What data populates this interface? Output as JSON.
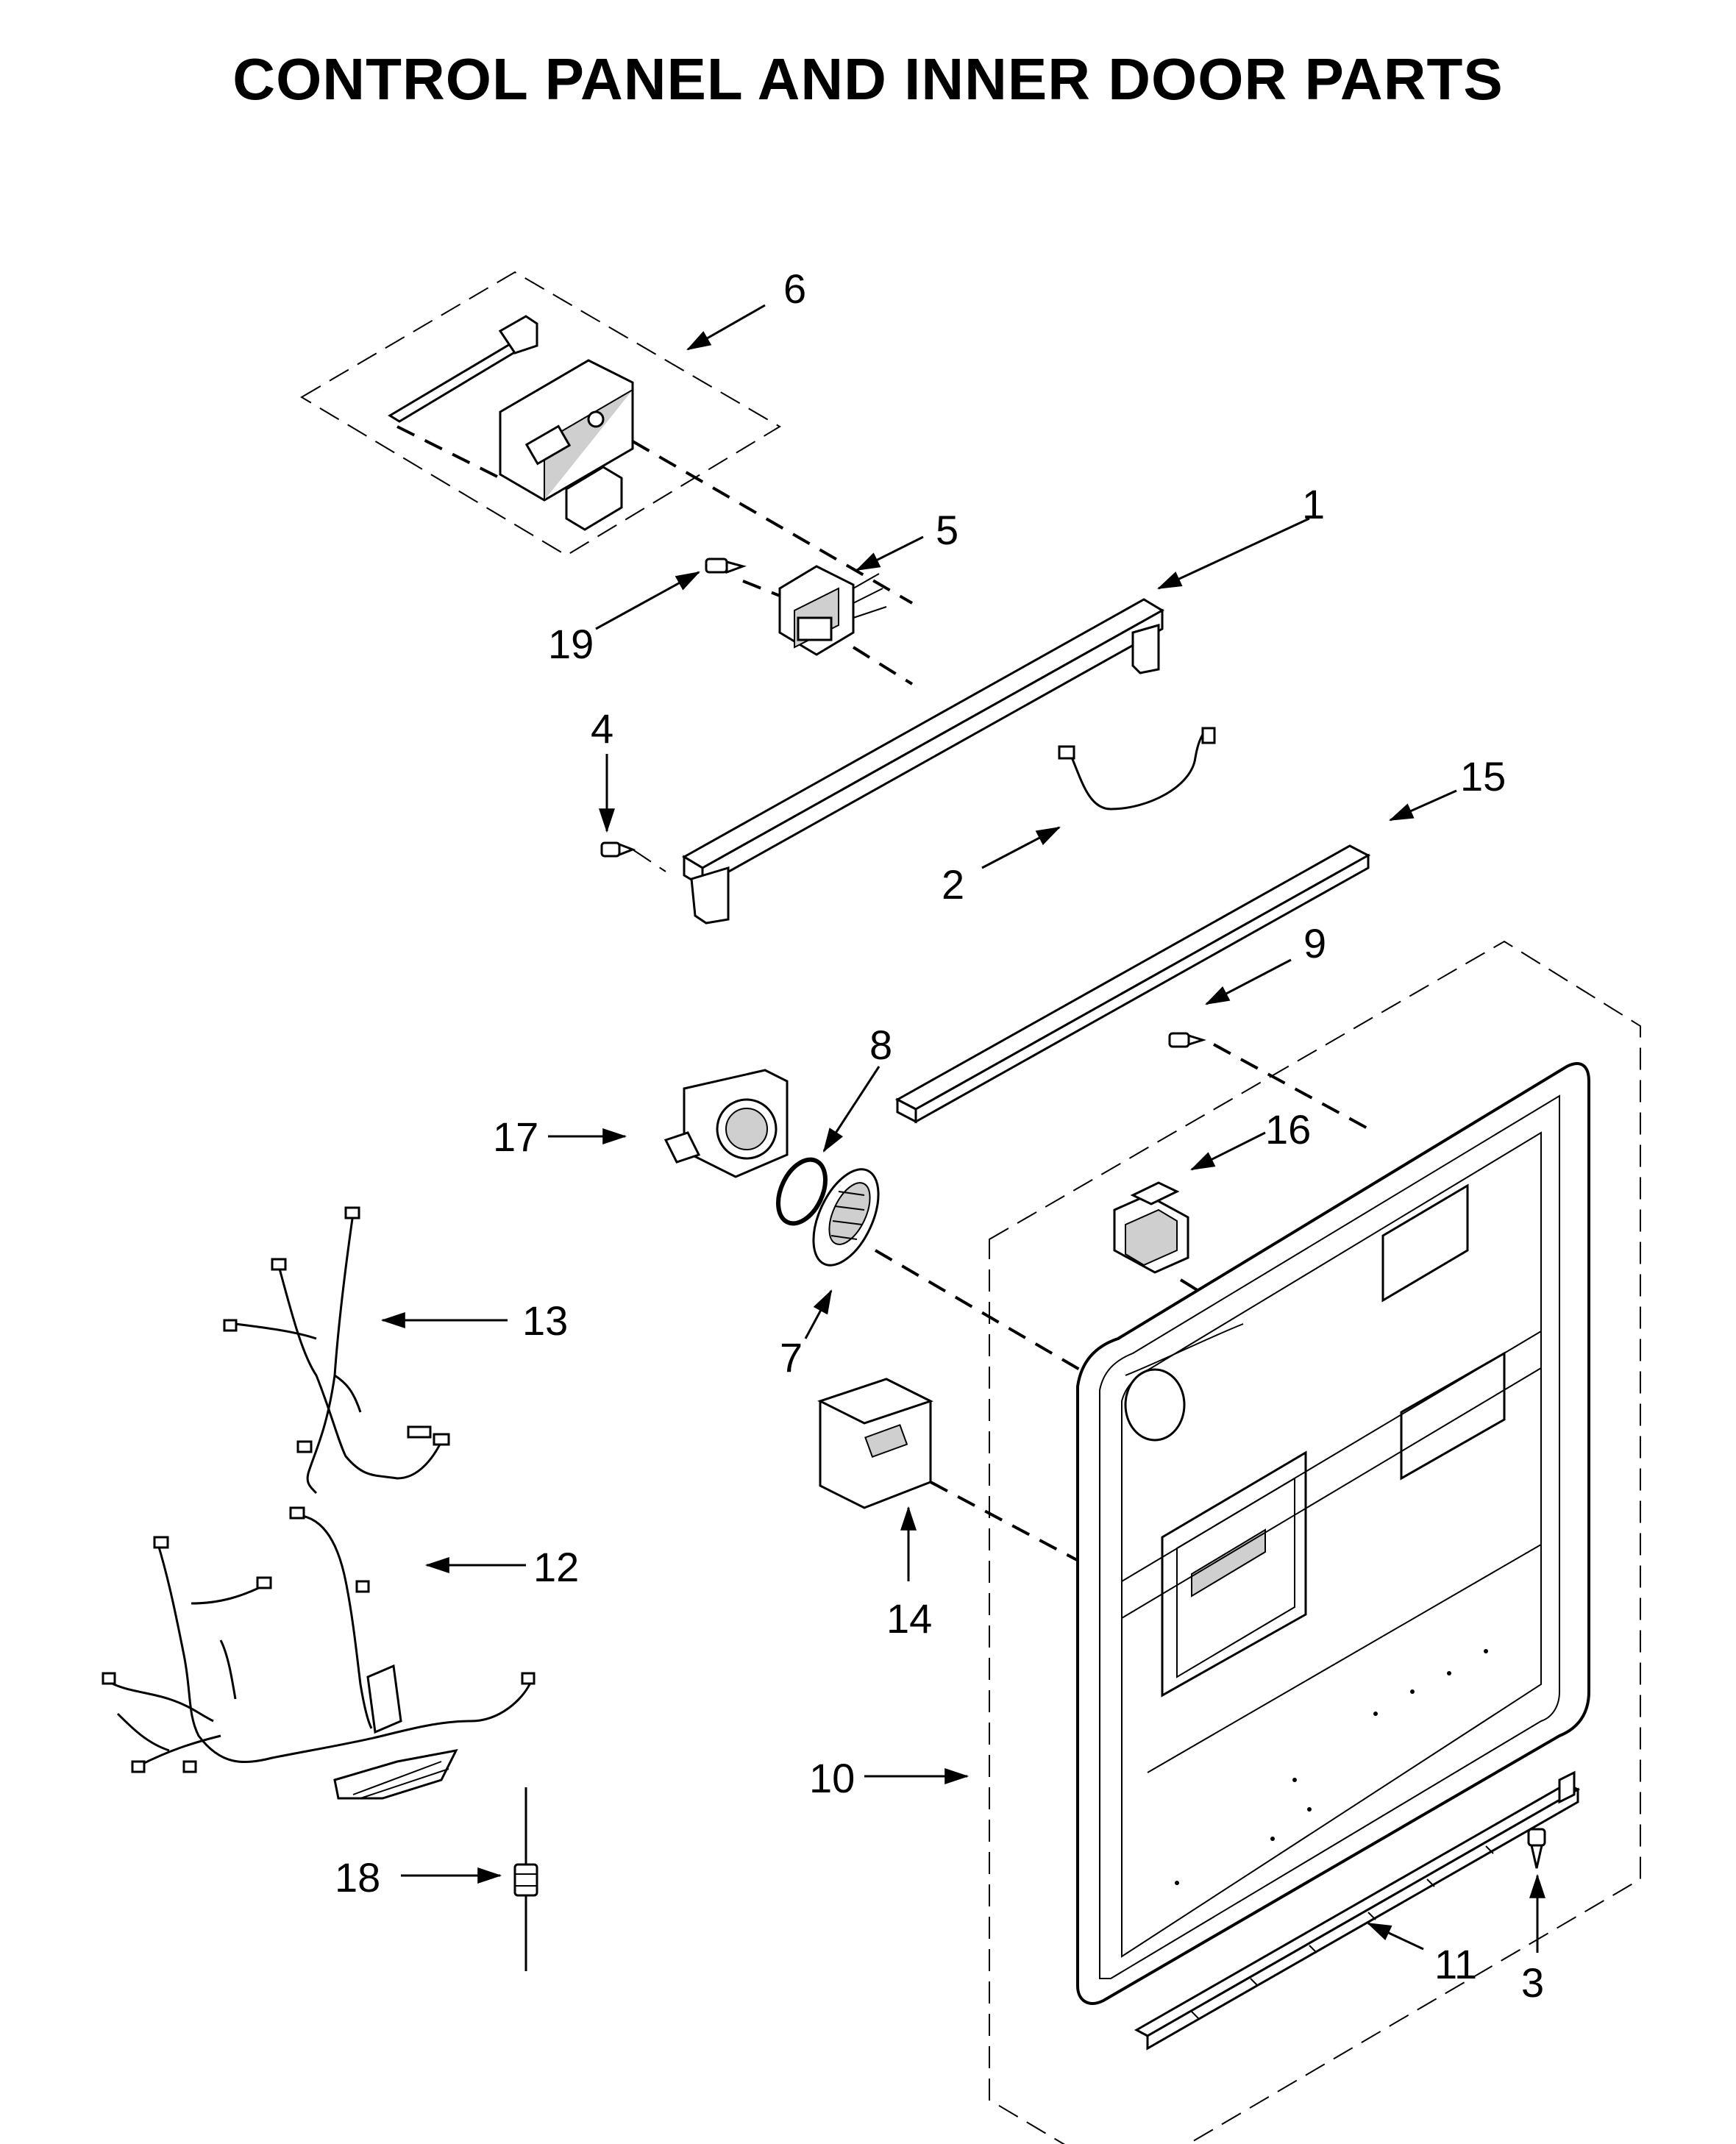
{
  "title": "CONTROL PANEL AND INNER DOOR PARTS",
  "callouts": [
    {
      "id": "1",
      "label": "1"
    },
    {
      "id": "2",
      "label": "2"
    },
    {
      "id": "3",
      "label": "3"
    },
    {
      "id": "4",
      "label": "4"
    },
    {
      "id": "5",
      "label": "5"
    },
    {
      "id": "6",
      "label": "6"
    },
    {
      "id": "7",
      "label": "7"
    },
    {
      "id": "8",
      "label": "8"
    },
    {
      "id": "9",
      "label": "9"
    },
    {
      "id": "10",
      "label": "10"
    },
    {
      "id": "11",
      "label": "11"
    },
    {
      "id": "12",
      "label": "12"
    },
    {
      "id": "13",
      "label": "13"
    },
    {
      "id": "14",
      "label": "14"
    },
    {
      "id": "15",
      "label": "15"
    },
    {
      "id": "16",
      "label": "16"
    },
    {
      "id": "17",
      "label": "17"
    },
    {
      "id": "18",
      "label": "18"
    },
    {
      "id": "19",
      "label": "19"
    }
  ]
}
